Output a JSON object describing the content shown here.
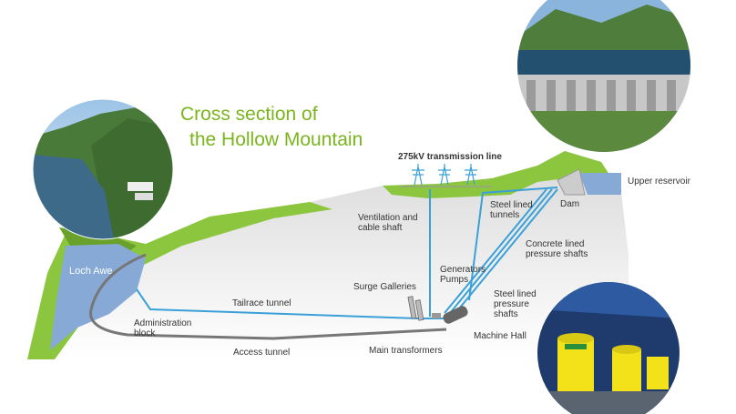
{
  "title": {
    "line1": "Cross section of",
    "line2": "the Hollow Mountain"
  },
  "labels": {
    "loch": "Loch Awe",
    "transmission": "275kV transmission line",
    "upper_reservoir": "Upper reservoir",
    "dam": "Dam",
    "steel_tunnels_1": "Steel lined",
    "steel_tunnels_2": "tunnels",
    "ventilation_1": "Ventilation and",
    "ventilation_2": "cable shaft",
    "concrete_1": "Concrete lined",
    "concrete_2": "pressure shafts",
    "generators_1": "Generators",
    "generators_2": "Pumps",
    "steel_shafts_1": "Steel lined",
    "steel_shafts_2": "pressure",
    "steel_shafts_3": "shafts",
    "surge": "Surge Galleries",
    "tailrace": "Tailrace tunnel",
    "admin_1": "Administration",
    "admin_2": "block",
    "machine_hall": "Machine Hall",
    "access": "Access tunnel",
    "transformers": "Main transformers"
  },
  "colors": {
    "grass": "#8cc63f",
    "grass_dark": "#6aa12a",
    "rock_top": "#d7d7d7",
    "rock_bottom": "#ffffff",
    "water": "#86a9d6",
    "pipe": "#3aa0d8",
    "tunnel_grey": "#777777",
    "title_green": "#7ab51d"
  },
  "icons": [
    "transmission-tower-icon",
    "dam-icon",
    "machine-hall-icon"
  ]
}
